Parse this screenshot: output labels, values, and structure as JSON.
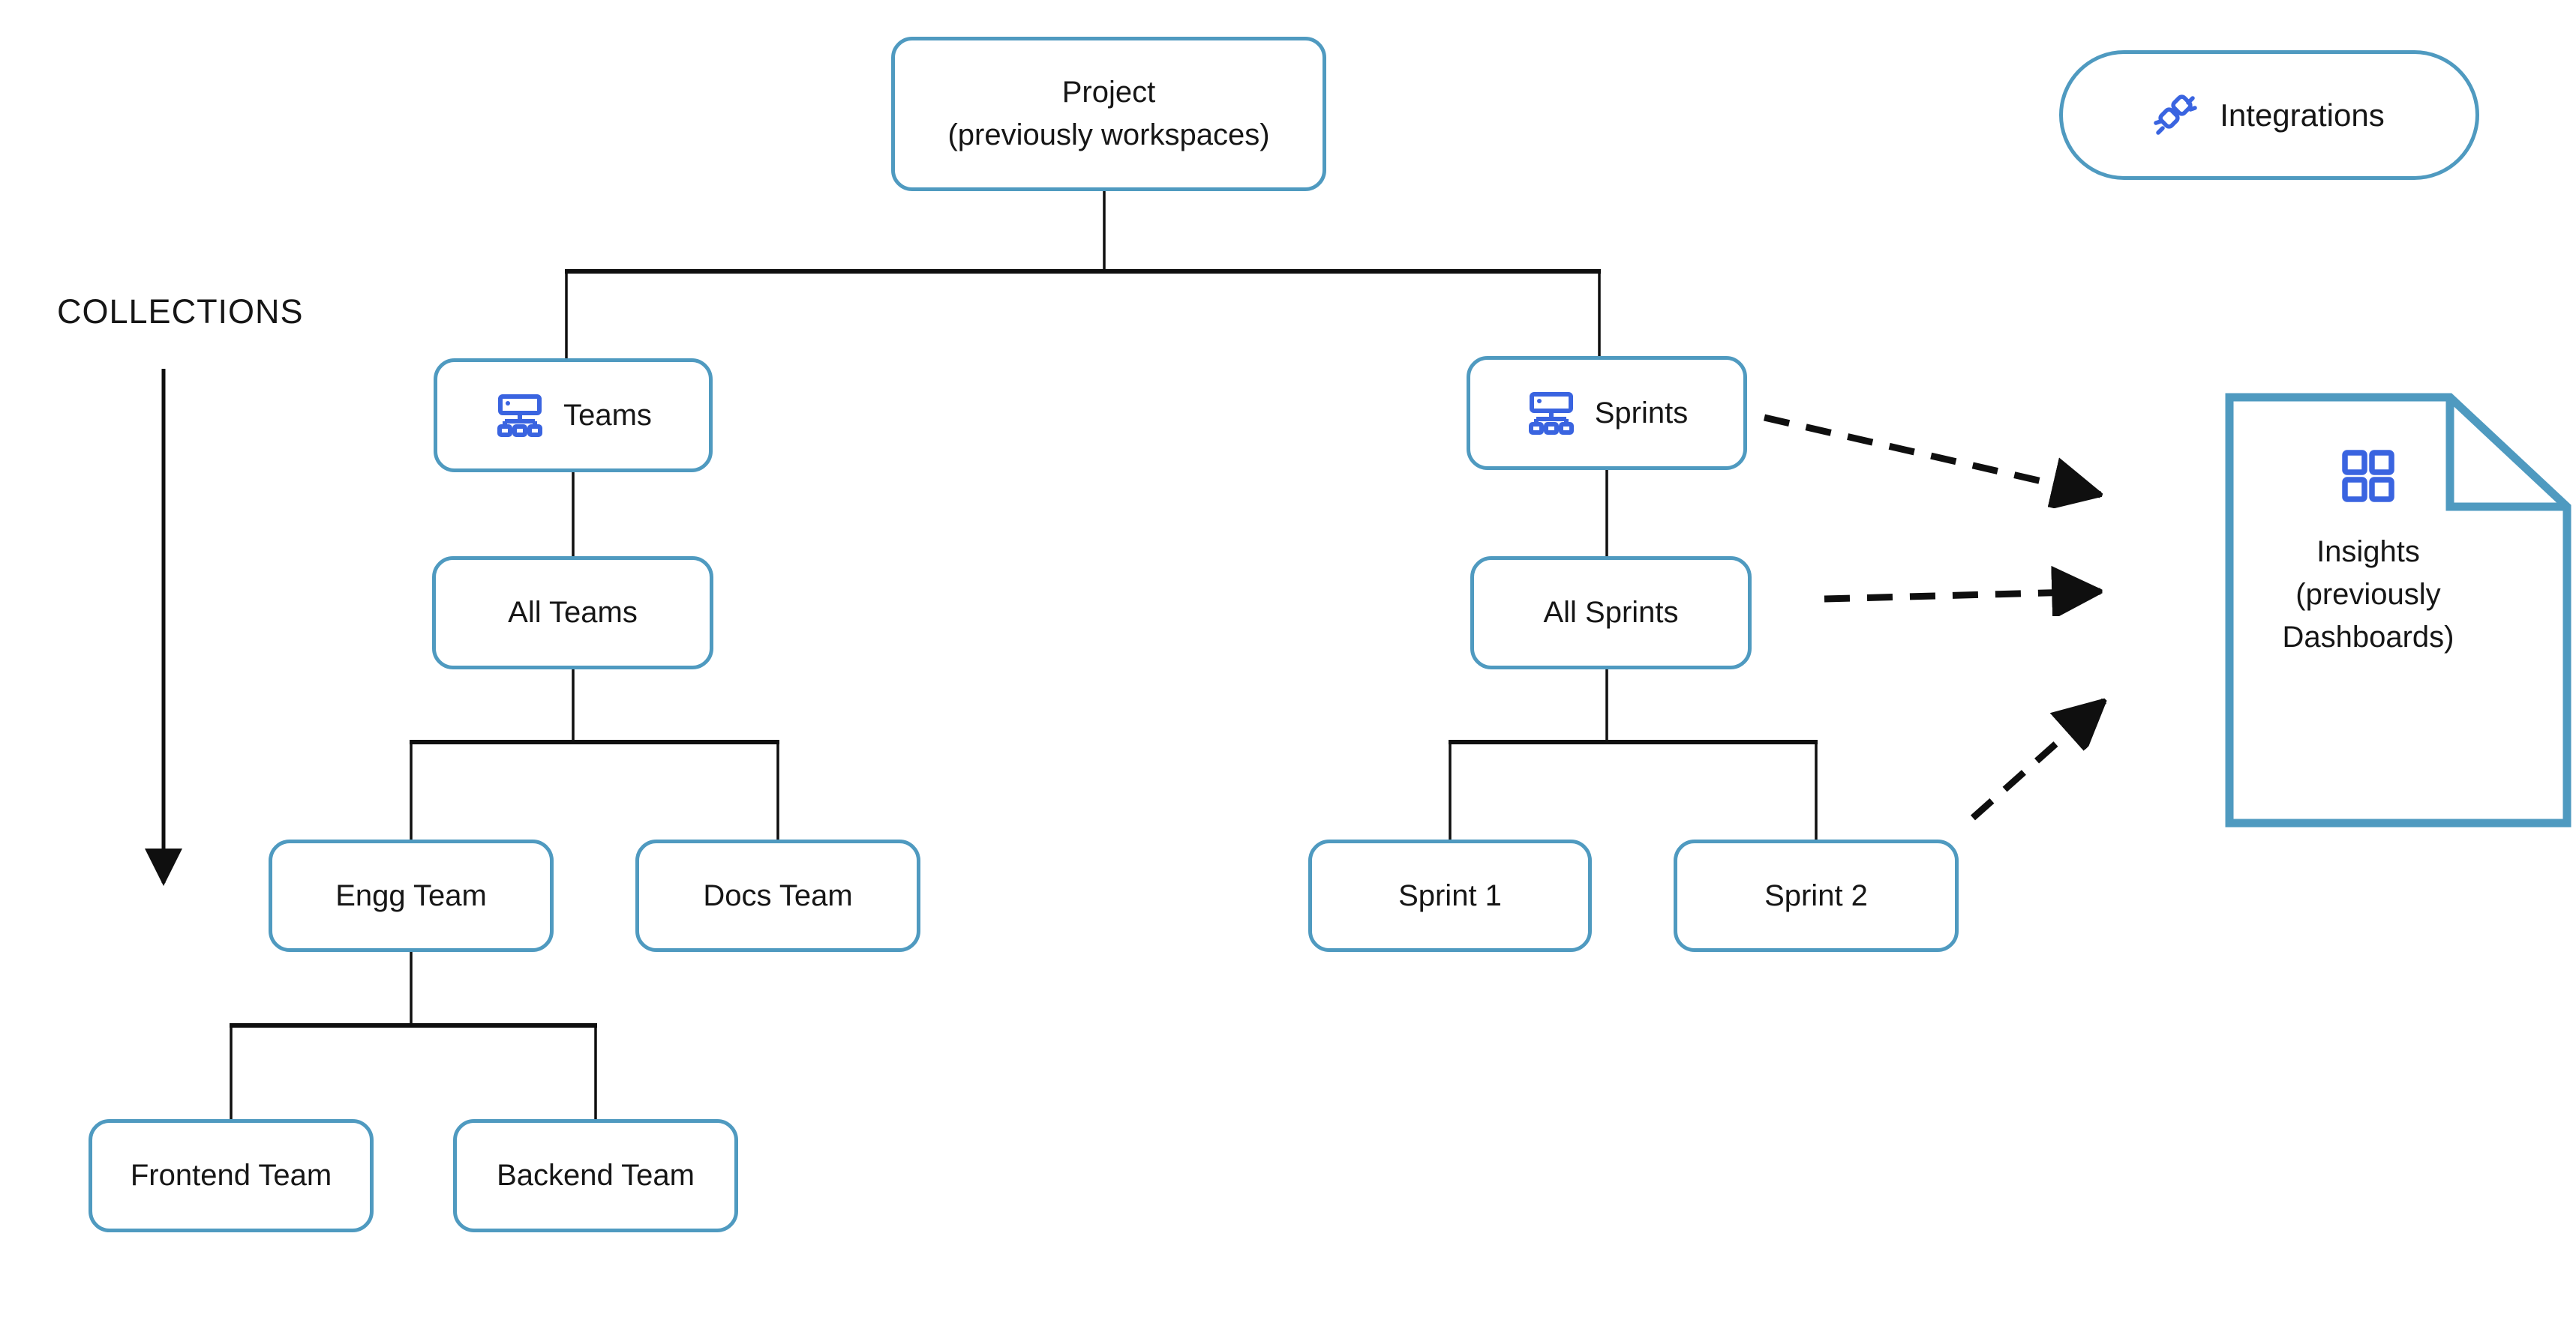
{
  "colors": {
    "accent": "#4f9ac0",
    "icon": "#3a64e0",
    "line": "#0f0f0f",
    "ink": "#161616",
    "bg": "#ffffff"
  },
  "labels": {
    "collections": "COLLECTIONS"
  },
  "nodes": {
    "project": {
      "label": "Project\n(previously workspaces)"
    },
    "integrations": {
      "label": "Integrations",
      "icon": "plug-integration-icon"
    },
    "teams": {
      "label": "Teams",
      "icon": "org-chart-icon"
    },
    "sprints": {
      "label": "Sprints",
      "icon": "org-chart-icon"
    },
    "all_teams": {
      "label": "All Teams"
    },
    "all_sprints": {
      "label": "All Sprints"
    },
    "engg_team": {
      "label": "Engg Team"
    },
    "docs_team": {
      "label": "Docs Team"
    },
    "sprint_1": {
      "label": "Sprint 1"
    },
    "sprint_2": {
      "label": "Sprint 2"
    },
    "frontend_team": {
      "label": "Frontend Team"
    },
    "backend_team": {
      "label": "Backend Team"
    },
    "insights": {
      "label": "Insights\n(previously\nDashboards)",
      "icon": "dashboard-grid-icon"
    }
  }
}
